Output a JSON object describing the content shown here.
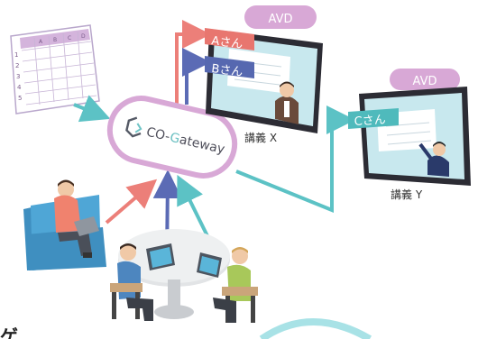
{
  "gateway": {
    "label_prefix": "CO-",
    "label_accent": "G",
    "label_suffix": "ateway"
  },
  "screen_x": {
    "avd_badge": "AVD",
    "caption": "講義 X",
    "tag_a": "Aさん",
    "tag_b": "Bさん"
  },
  "screen_y": {
    "avd_badge": "AVD",
    "caption": "講義 Y",
    "tag_c": "Cさん"
  },
  "spreadsheet": {
    "header_cells": [
      "",
      "A",
      "B",
      "C",
      "D"
    ],
    "row_numbers": [
      "1",
      "2",
      "3",
      "4",
      "5"
    ]
  },
  "colors": {
    "gateway_ring": "#d8a8d6",
    "avd_badge": "#d8a8d6",
    "arrow_red": "#ec7f79",
    "arrow_blue": "#5b6bb5",
    "arrow_teal": "#5cc2c5",
    "tag_red": "#e8766f",
    "tag_blue": "#5668b0",
    "tag_teal": "#4fbabc",
    "screen_bg": "#c8e8ee",
    "sofa": "#4fa6d6",
    "bubble_ring": "#a8e2e6"
  },
  "bottom_fragment": {
    "text": "ゲ"
  }
}
